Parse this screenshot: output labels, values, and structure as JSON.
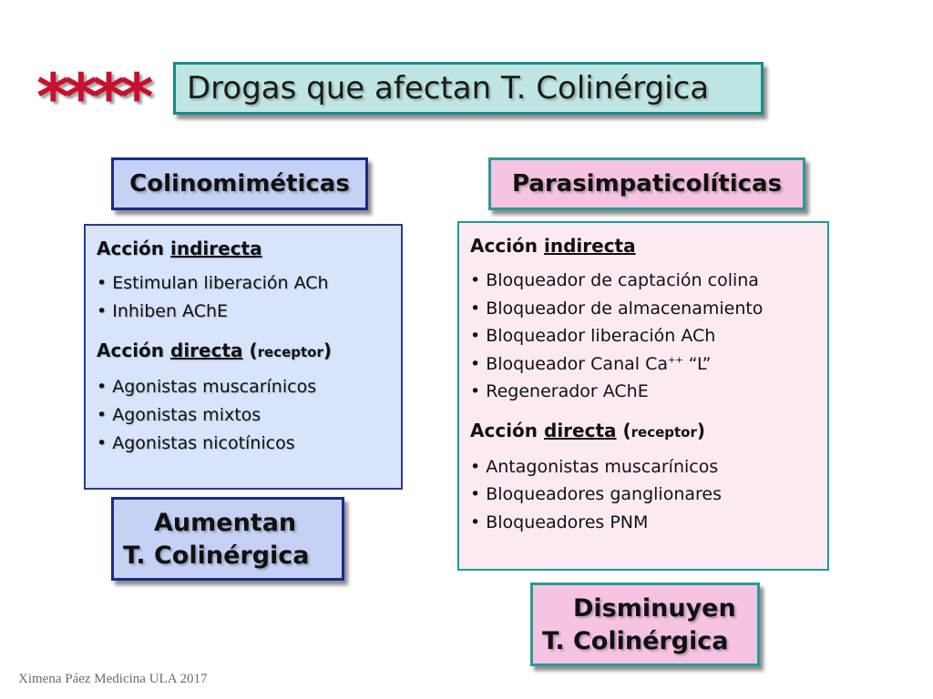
{
  "stars": "****",
  "title": "Drogas que afectan T. Colinérgica",
  "left": {
    "heading": "Colinomiméticas",
    "indirect_heading_word": "Acción",
    "indirect_heading_underlined": "indirecta",
    "indirect_items": [
      "• Estimulan liberación ACh",
      "• Inhiben AChE"
    ],
    "direct_heading_word": "Acción",
    "direct_heading_underlined": "directa",
    "direct_heading_open": "(",
    "direct_heading_receptor": "receptor",
    "direct_heading_close": ")",
    "direct_items": [
      "• Agonistas muscarínicos",
      "• Agonistas mixtos",
      "• Agonistas nicotínicos"
    ],
    "result_line1": "Aumentan",
    "result_line2": "T. Colinérgica"
  },
  "right": {
    "heading": "Parasimpaticolíticas",
    "indirect_heading_word": "Acción",
    "indirect_heading_underlined": "indirecta",
    "indirect_items": [
      "• Bloqueador de captación colina",
      "• Bloqueador de almacenamiento",
      "• Bloqueador liberación ACh"
    ],
    "canal_item_prefix": "• Bloqueador Canal Ca",
    "canal_item_sup": "++",
    "canal_item_suffix": " “L”",
    "regenerador_item": "• Regenerador AChE",
    "direct_heading_word": "Acción",
    "direct_heading_underlined": "directa",
    "direct_heading_open": "(",
    "direct_heading_receptor": "receptor",
    "direct_heading_close": ")",
    "direct_items": [
      "• Antagonistas muscarínicos",
      "• Bloqueadores ganglionares",
      "• Bloqueadores PNM"
    ],
    "result_line1": "Disminuyen",
    "result_line2": "T. Colinérgica"
  },
  "footer": "Ximena Páez Medicina ULA 2017",
  "colors": {
    "stars": "#c8102e",
    "title_bg": "#bfe6e3",
    "left_bg": "#c6d2f5",
    "left_content_bg": "#d8e4fb",
    "right_bg": "#f6c3e2",
    "right_content_bg": "#fceaf2",
    "teal_border": "#1a8c86",
    "navy_border": "#1a2a8c"
  }
}
